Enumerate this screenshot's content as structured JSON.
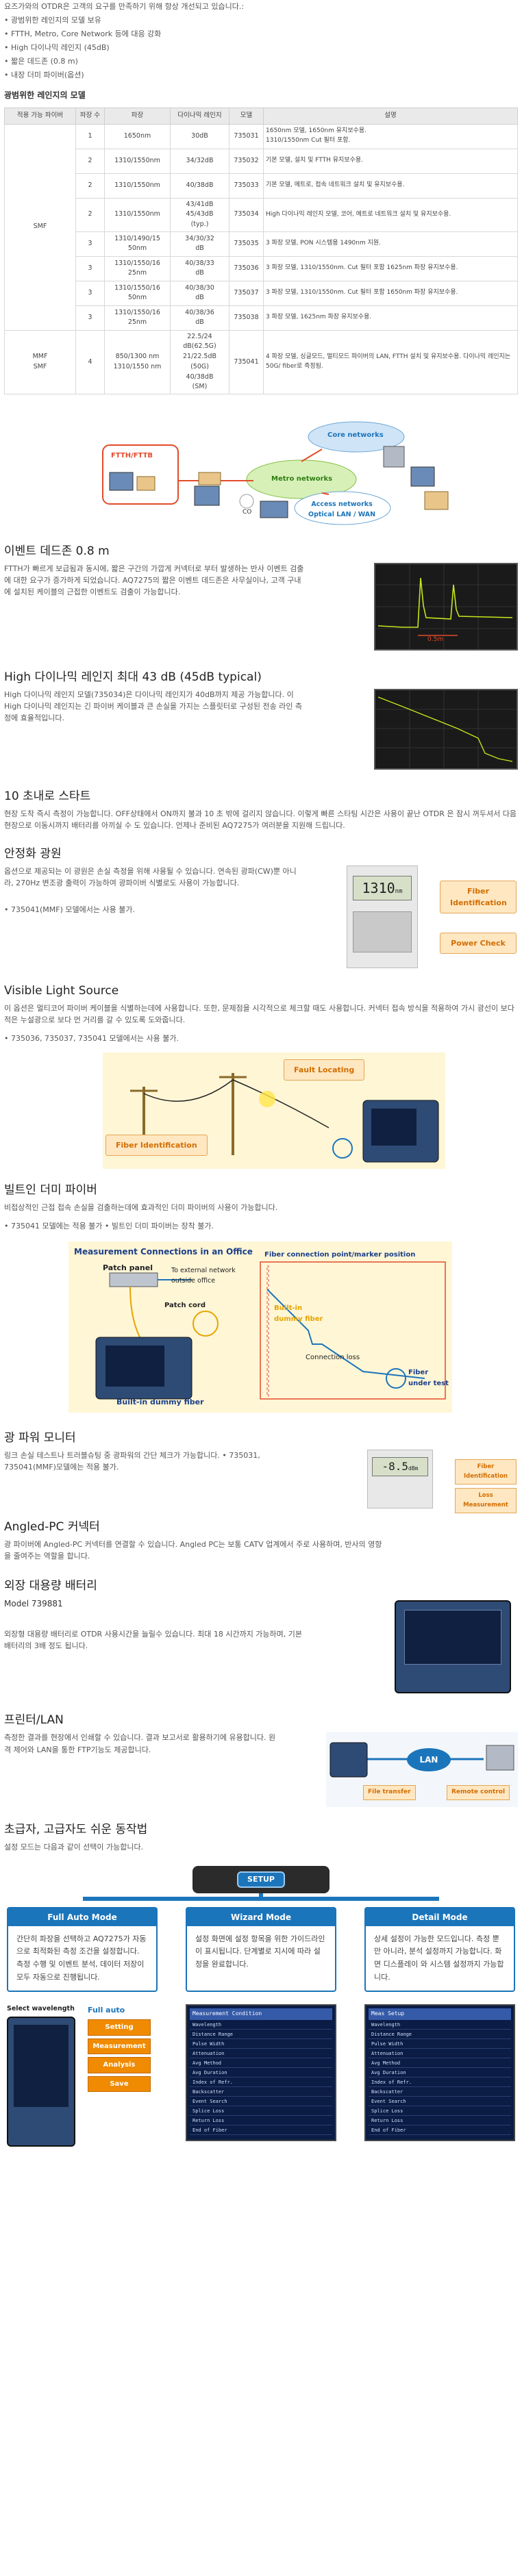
{
  "intro": {
    "lines": [
      "요즈가와의 OTDR은 고객의 요구를 만족하기 위해 항상 개선되고 있습니다.:",
      "• 광범위한 레인지의 모델 보유",
      "• FTTH, Metro, Core Network 등에 대응 강화",
      "• High 다이나믹 레인지 (45dB)",
      "• 짧은 데드존 (0.8 m)",
      "• 내장 더미 파이버(옵션)"
    ]
  },
  "models": {
    "title": "광범위한 레인지의 모델",
    "headers": [
      "적용 가능 파이버",
      "파장 수",
      "파장",
      "다이나믹 레인지",
      "모델",
      "설명"
    ],
    "group_smf": "SMF",
    "group_mmf": "MMF\nSMF",
    "rows": [
      {
        "n": "1",
        "wave": "1650nm",
        "dr": "30dB",
        "model": "735031",
        "desc": "1650nm 모델, 1650nm 유지보수용.\n1310/1550nm Cut 필터 포함."
      },
      {
        "n": "2",
        "wave": "1310/1550nm",
        "dr": "34/32dB",
        "model": "735032",
        "desc": "기본 모델, 설치 및 FTTH 유지보수용."
      },
      {
        "n": "2",
        "wave": "1310/1550nm",
        "dr": "40/38dB",
        "model": "735033",
        "desc": "기본 모델, 메트로, 접속 네트워크 설치 및 유지보수용."
      },
      {
        "n": "2",
        "wave": "1310/1550nm",
        "dr": "43/41dB\n45/43dB\n(typ.)",
        "model": "735034",
        "desc": "High 다이나믹 레인지 모델, 코어, 메트로 네트워크 설치 및 유지보수용."
      },
      {
        "n": "3",
        "wave": "1310/1490/15\n50nm",
        "dr": "34/30/32\ndB",
        "model": "735035",
        "desc": "3 파장 모델, PON 시스템용 1490nm 지원."
      },
      {
        "n": "3",
        "wave": "1310/1550/16\n25nm",
        "dr": "40/38/33\ndB",
        "model": "735036",
        "desc": "3 파장 모델, 1310/1550nm. Cut 필터 포함 1625nm 파장 유지보수용."
      },
      {
        "n": "3",
        "wave": "1310/1550/16\n50nm",
        "dr": "40/38/30\ndB",
        "model": "735037",
        "desc": "3 파장 모델, 1310/1550nm. Cut 필터 포함 1650nm 파장 유지보수용."
      },
      {
        "n": "3",
        "wave": "1310/1550/16\n25nm",
        "dr": "40/38/36\ndB",
        "model": "735038",
        "desc": "3 파장 모델, 1625nm 파장 유지보수용."
      }
    ],
    "mmf_row": {
      "n": "4",
      "wave": "850/1300 nm\n1310/1550 nm",
      "dr": "22.5/24\ndB(62.5G)\n21/22.5dB\n(50G)\n40/38dB\n(SM)",
      "model": "735041",
      "desc": "4 파장 모델, 싱글모드, 멀티모드 파이버의 LAN, FTTH 설치 및 유지보수용. 다이나믹 레인지는 50G/ fiber로 측정됨."
    }
  },
  "network_fig": {
    "core": "Core networks",
    "metro": "Metro networks",
    "access": "Access networks\nOptical LAN / WAN",
    "ftth": "FTTH/FTTB",
    "co": "CO"
  },
  "deadzone": {
    "title": "이벤트 데드존 0.8 m",
    "text": "FTTH가 빠르게 보급됨과 동시에, 짧은 구간의 가깝게 커넥터로 부터 발생하는 반사 이벤트 검출에 대한 요구가 증가하게 되었습니다. AQ7275의 짧은 이벤트 데드존은 사무실이나, 고객 구내에 설치된 케이블의 근접한 이벤트도 검출이 가능합니다.",
    "scale": "0.5m"
  },
  "dynamic": {
    "title": "High 다이나믹 레인지 최대 43 dB (45dB typical)",
    "text": "High 다이나믹 레인지 모델(735034)은 다이나믹 레인지가 40dB까지 제공 가능합니다. 이 High 다이나믹 레인지는 긴 파이버 케이블과 큰 손실을 가지는 스플릿터로 구성된 전송 라인 측정에 효율적입니다."
  },
  "quickstart": {
    "title": "10 초내로 스타트",
    "text": "현장 도착 즉시 측정이 가능합니다. OFF상태에서 ON까지 불과 10 초 밖에 걸리지 않습니다. 이렇게 빠른 스타팅 시간은 사용이 끝난 OTDR 은 잠시 꺼두셔서 다음 현장으로 이동시까지 배터리를 아끼실 수 도 있습니다. 언제나 준비된 AQ7275가 여러분을 지원해 드립니다."
  },
  "lightsource": {
    "title": "안정화 광원",
    "text": "옵션으로 제공되는 이 광원은 손실 측정을 위해 사용될 수 있습니다. 연속된 광파(CW)뿐 아니라, 270Hz 변조광 출력이 가능하여 광파이버 식별로도 사용이 가능합니다.",
    "note": "• 735041(MMF) 모델에서는 사용 불가.",
    "meter": "1310",
    "meter_unit": "nm",
    "label_fi": "Fiber Identification",
    "label_pc": "Power Check"
  },
  "visible": {
    "title": "Visible Light Source",
    "text": "이 옵션은 멀티코어 파이버 케이블을 식별하는데에 사용합니다. 또한, 문제점을 시각적으로 체크할 때도 사용합니다. 커넥터 접속 방식을 적용하여 가시 광선이 보다 적은 누설광으로 보다 먼 거리를 갈 수 있도록 도와줍니다.",
    "note": "• 735036, 735037, 735041 모델에서는 사용 불가.",
    "fault": "Fault Locating",
    "fiberid": "Fiber Identification"
  },
  "dummy": {
    "title": "빌트인 더미 파이버",
    "text": "비접상적인 근접 접속 손실을 검출하는데에 효과적인 더미 파이버의 사용이 가능합니다.",
    "note": "• 735041 모델에는 적용 불가 • 빌트인 더미 파이버는 장착 불가.",
    "fig_title": "Measurement Connections in an Office",
    "patch_panel": "Patch panel",
    "external": "To external network\noutside office",
    "patch_cord": "Patch cord",
    "builtin": "Built-in dummy fiber",
    "marker": "Fiber connection point/marker position",
    "builtin2": "Built-in\ndummy fiber",
    "connloss": "Connection loss",
    "fiberut": "Fiber\nunder test"
  },
  "powermon": {
    "title": "광 파워 모니터",
    "text": "링크 손실 테스트나 트러블슈팅 중 광파워의 간단 체크가 가능합니다. • 735031, 735041(MMF)모델에는 적용 불가.",
    "readout": "-8.5",
    "unit": "dBm",
    "label_fi": "Fiber Identification",
    "label_lm": "Loss Measurement"
  },
  "angled": {
    "title": "Angled-PC 커넥터",
    "text": "광 파이버에 Angled-PC 커넥터를 연결할 수 있습니다. Angled PC는 보통 CATV 업계에서 주로 사용하며, 반사의 영향을 줄여주는 역할을 합니다."
  },
  "battery": {
    "title": "외장 대용량 배터리",
    "model": "Model 739881",
    "text": "외장형 대용량 배터리로 OTDR 사용시간을 늘릴수 있습니다. 최대 18 시간까지 가능하며, 기본 배터리의 3배 정도 됩니다."
  },
  "lan": {
    "title": "프린터/LAN",
    "text": "측정한 결과를 현장에서 인쇄할 수 있습니다. 결과 보고서로 활용하기에 유용합니다. 원격 제어와 LAN을 통한 FTP기능도 제공합니다.",
    "lan": "LAN",
    "file": "File transfer",
    "remote": "Remote control"
  },
  "modes": {
    "title": "초급자, 고급자도 쉬운 동작법",
    "text": "설정 모드는 다음과 같이 선택이 가능합니다.",
    "setup": "SETUP",
    "items": [
      {
        "head": "Full Auto Mode",
        "body": "간단히 파장을 선택하고 AQ7275가 자동으로 최적화된 측정 조건을 설정합니다. 측정 수행 및 이벤트 분석, 데이터 저장이 모두 자동으로 진행됩니다."
      },
      {
        "head": "Wizard Mode",
        "body": "설정 화면에 설정 항목을 위한 가이드라인이 표시됩니다. 단계별로 지시에 따라 설정을 완료합니다."
      },
      {
        "head": "Detail Mode",
        "body": "상세 설정이 가능한 모드입니다. 측정 뿐만 아니라, 분석 설정까지 가능합니다. 화면 디스플레이 와 시스템 설정까지 가능합니다."
      }
    ],
    "select_wave": "Select wavelength",
    "full_auto": "Full auto",
    "stack": [
      "Setting",
      "Measurement",
      "Analysis",
      "Save"
    ],
    "wizard_lcd_title": "Measurement Condition",
    "detail_lcd_title": "Meas Setup",
    "lcd_rows": [
      "Wavelength",
      "Distance Range",
      "Pulse Width",
      "Attenuation",
      "Avg Method",
      "Avg Duration",
      "Index of Refr.",
      "Backscatter",
      "Event Search",
      "Splice Loss",
      "Return Loss",
      "End of Fiber"
    ]
  },
  "colors": {
    "blue": "#1b75bb",
    "orange": "#e67e00",
    "green_trace": "#c8e61a"
  }
}
